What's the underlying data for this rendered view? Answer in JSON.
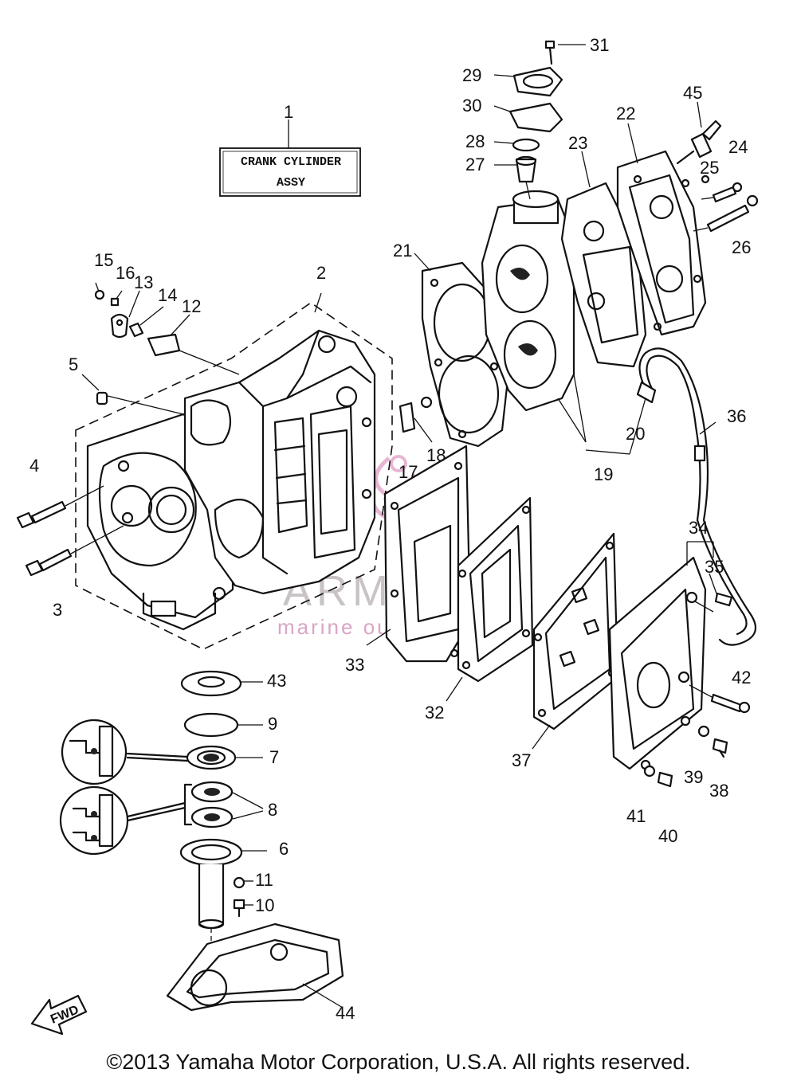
{
  "assy_box": {
    "line1": "CRANK CYLINDER",
    "line2": "ASSY"
  },
  "copyright": "©2013 Yamaha Motor Corporation, U.S.A. All rights reserved.",
  "fwd_label": "FWD",
  "watermark": {
    "brand": "ARMADA",
    "tagline": "marine outboards"
  },
  "callouts": {
    "c1": "1",
    "c2": "2",
    "c3": "3",
    "c4": "4",
    "c5": "5",
    "c6": "6",
    "c7": "7",
    "c8": "8",
    "c9": "9",
    "c10": "10",
    "c11": "11",
    "c12": "12",
    "c13": "13",
    "c14": "14",
    "c15": "15",
    "c16": "16",
    "c17": "17",
    "c18": "18",
    "c19": "19",
    "c20": "20",
    "c21": "21",
    "c22": "22",
    "c23": "23",
    "c24": "24",
    "c25": "25",
    "c26": "26",
    "c27": "27",
    "c28": "28",
    "c29": "29",
    "c30": "30",
    "c31": "31",
    "c32": "32",
    "c33": "33",
    "c34": "34",
    "c35": "35",
    "c36": "36",
    "c37": "37",
    "c38": "38",
    "c39": "39",
    "c40": "40",
    "c41": "41",
    "c42": "42",
    "c43": "43",
    "c44": "44",
    "c45": "45"
  }
}
